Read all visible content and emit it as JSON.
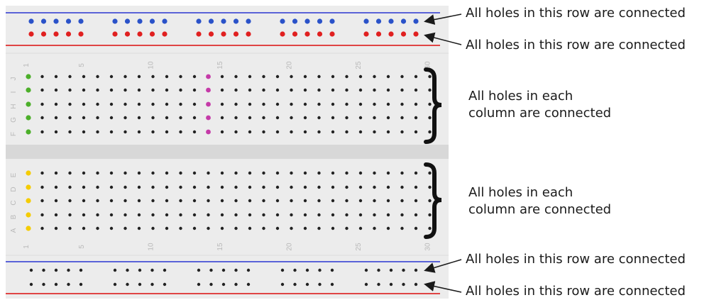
{
  "annotations": {
    "top_rail_row_1": "All holes in this row are connected",
    "top_rail_row_2": "All holes in this row are connected",
    "upper_block_columns": [
      "All holes in each",
      "column are connected"
    ],
    "lower_block_columns": [
      "All holes in each",
      "column are connected"
    ],
    "bottom_rail_row_1": "All holes in this row are connected",
    "bottom_rail_row_2": "All holes in this row are connected"
  },
  "board": {
    "column_numbers": [
      "1",
      "5",
      "10",
      "15",
      "20",
      "25",
      "30"
    ],
    "upper_row_letters": [
      "J",
      "I",
      "H",
      "G",
      "F"
    ],
    "lower_row_letters": [
      "E",
      "D",
      "C",
      "B",
      "A"
    ],
    "columns": 30,
    "rail_groups": 5,
    "holes_per_rail_group": 5,
    "highlighted_column_upper": 14,
    "highlight_colors": {
      "top_rail_1": "#2a52c9",
      "top_rail_2": "#e02020",
      "upper_column_1": "#4caf2a",
      "upper_column_14": "#c53aa8",
      "lower_column_1": "#f5cc00",
      "hole": "#222222",
      "board": "#ececec",
      "blue_line": "#5a63d8",
      "red_line": "#e04545"
    }
  }
}
